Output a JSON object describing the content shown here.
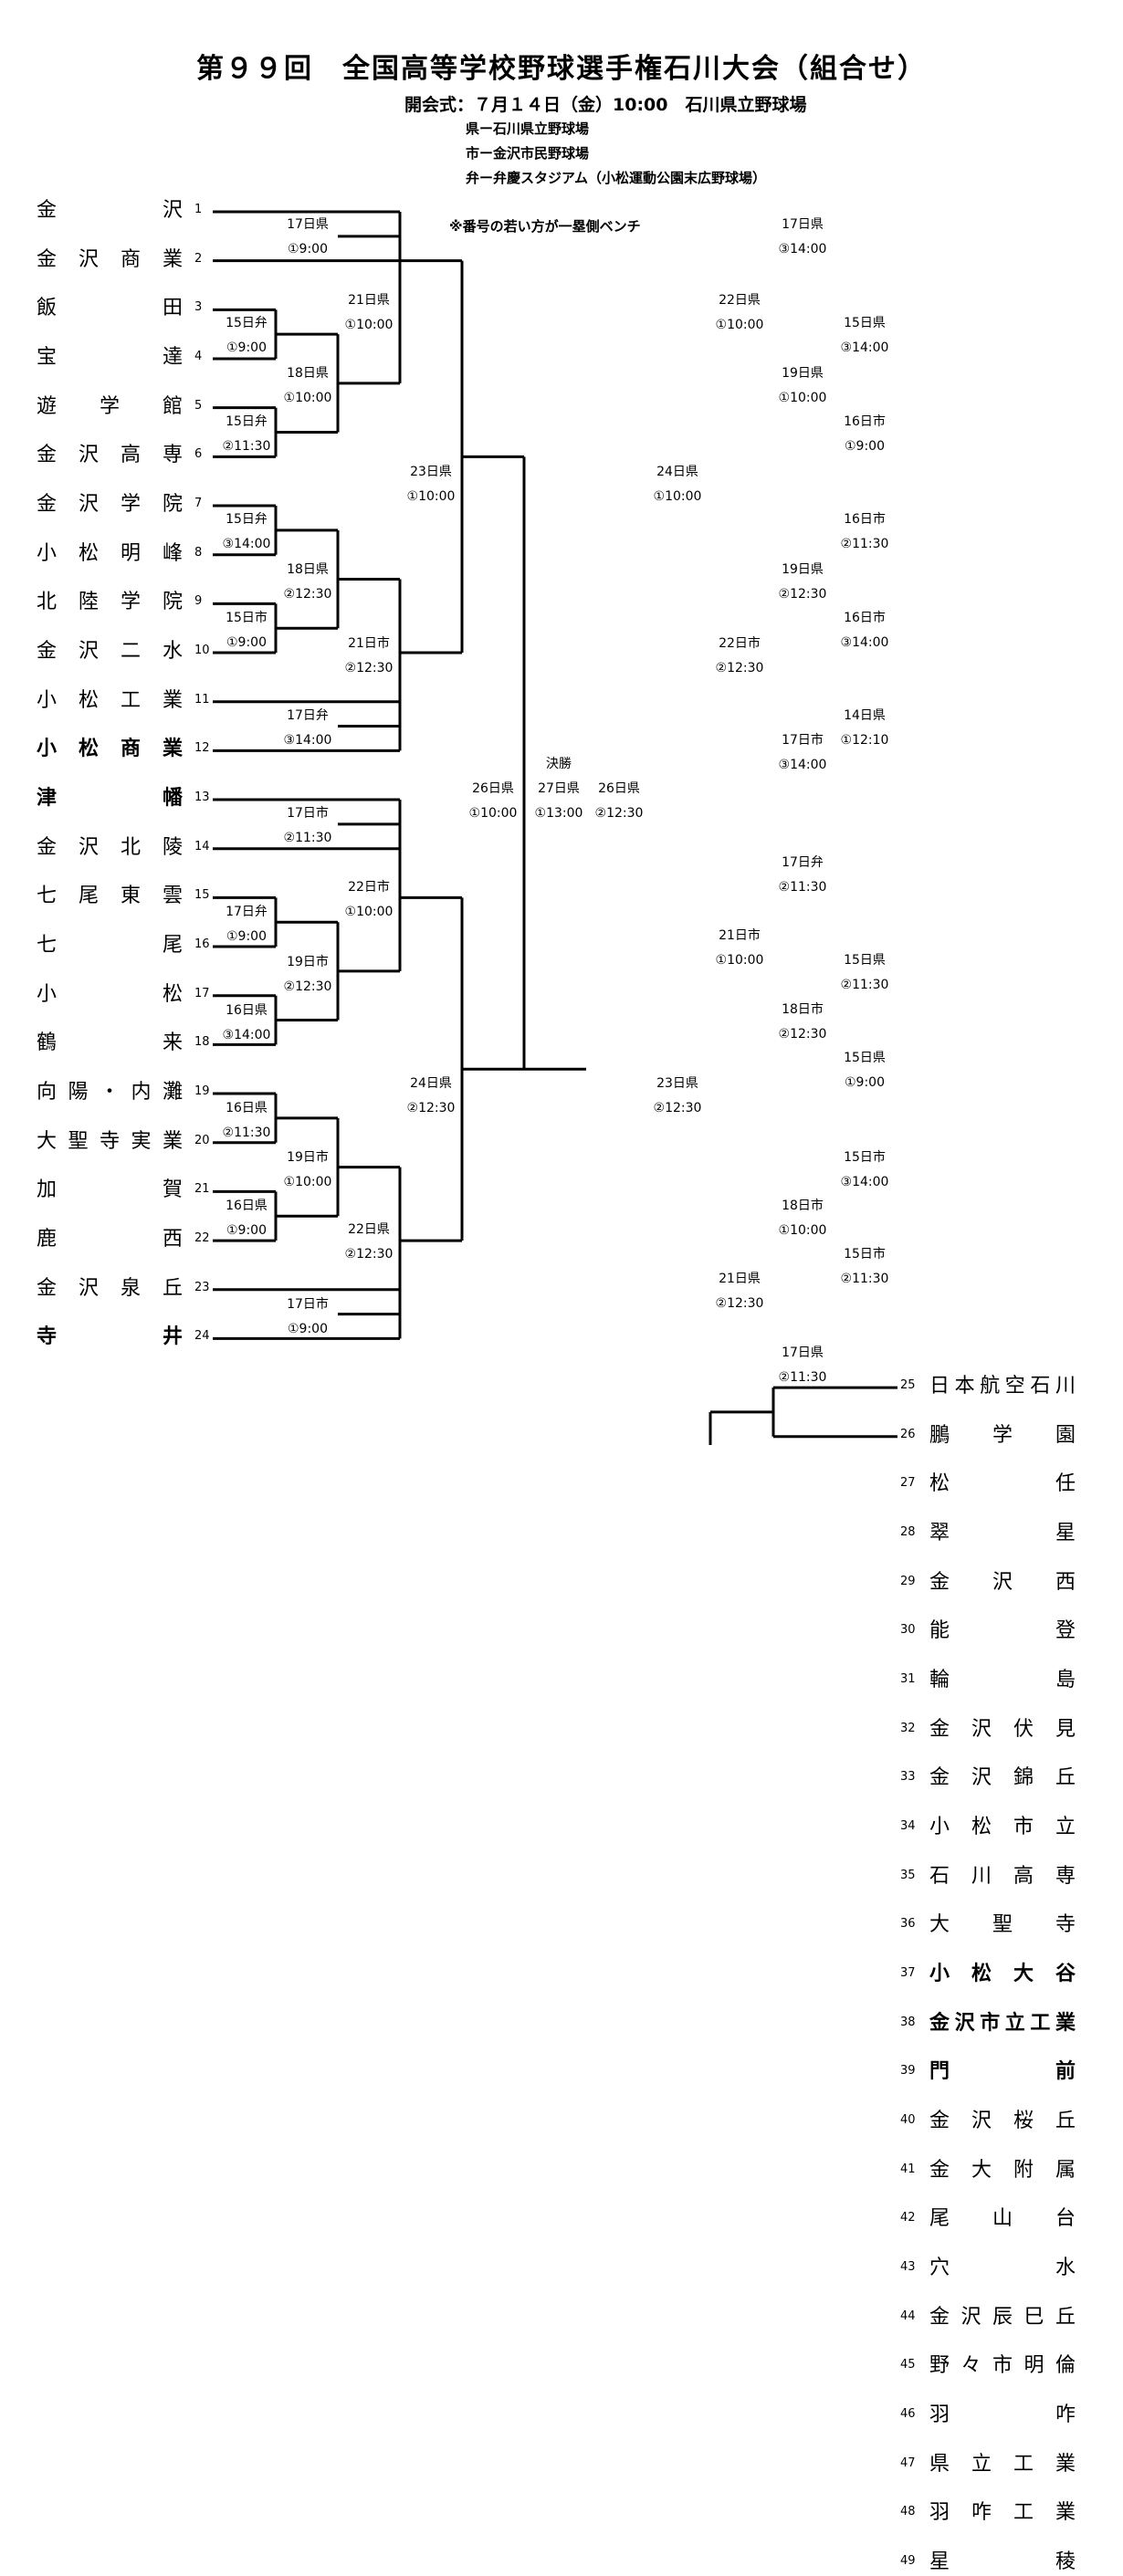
{
  "title": "第９９回　全国高等学校野球選手権石川大会（組合せ）",
  "opening": "開会式：７月１４日（金）10:00　石川県立野球場",
  "venues": [
    "県ー石川県立野球場",
    "市ー金沢市民野球場",
    "弁ー弁慶スタジアム（小松運動公園末広野球場）"
  ],
  "note": "※番号の若い方が一塁側ベンチ",
  "left_teams": [
    {
      "no": "1",
      "name": "金沢",
      "bold": false
    },
    {
      "no": "2",
      "name": "金沢商業",
      "bold": false
    },
    {
      "no": "3",
      "name": "飯田",
      "bold": false
    },
    {
      "no": "4",
      "name": "宝達",
      "bold": false
    },
    {
      "no": "5",
      "name": "遊学館",
      "bold": false
    },
    {
      "no": "6",
      "name": "金沢高専",
      "bold": false
    },
    {
      "no": "7",
      "name": "金沢学院",
      "bold": false
    },
    {
      "no": "8",
      "name": "小松明峰",
      "bold": false
    },
    {
      "no": "9",
      "name": "北陸学院",
      "bold": false
    },
    {
      "no": "10",
      "name": "金沢二水",
      "bold": false
    },
    {
      "no": "11",
      "name": "小松工業",
      "bold": false
    },
    {
      "no": "12",
      "name": "小松商業",
      "bold": true
    },
    {
      "no": "13",
      "name": "津幡",
      "bold": true
    },
    {
      "no": "14",
      "name": "金沢北陵",
      "bold": false
    },
    {
      "no": "15",
      "name": "七尾東雲",
      "bold": false
    },
    {
      "no": "16",
      "name": "七尾",
      "bold": false
    },
    {
      "no": "17",
      "name": "小松",
      "bold": false
    },
    {
      "no": "18",
      "name": "鶴来",
      "bold": false
    },
    {
      "no": "19",
      "name": "向陽・内灘",
      "bold": false
    },
    {
      "no": "20",
      "name": "大聖寺実業",
      "bold": false
    },
    {
      "no": "21",
      "name": "加賀",
      "bold": false
    },
    {
      "no": "22",
      "name": "鹿西",
      "bold": false
    },
    {
      "no": "23",
      "name": "金沢泉丘",
      "bold": false
    },
    {
      "no": "24",
      "name": "寺井",
      "bold": true
    }
  ],
  "right_teams": [
    {
      "no": "25",
      "name": "日本航空石川",
      "bold": false
    },
    {
      "no": "26",
      "name": "鵬学園",
      "bold": false
    },
    {
      "no": "27",
      "name": "松任",
      "bold": false
    },
    {
      "no": "28",
      "name": "翠星",
      "bold": false
    },
    {
      "no": "29",
      "name": "金沢西",
      "bold": false
    },
    {
      "no": "30",
      "name": "能登",
      "bold": false
    },
    {
      "no": "31",
      "name": "輪島",
      "bold": false
    },
    {
      "no": "32",
      "name": "金沢伏見",
      "bold": false
    },
    {
      "no": "33",
      "name": "金沢錦丘",
      "bold": false
    },
    {
      "no": "34",
      "name": "小松市立",
      "bold": false
    },
    {
      "no": "35",
      "name": "石川高専",
      "bold": false
    },
    {
      "no": "36",
      "name": "大聖寺",
      "bold": false
    },
    {
      "no": "37",
      "name": "小松大谷",
      "bold": true
    },
    {
      "no": "38",
      "name": "金沢市立工業",
      "bold": true
    },
    {
      "no": "39",
      "name": "門前",
      "bold": true
    },
    {
      "no": "40",
      "name": "金沢桜丘",
      "bold": false
    },
    {
      "no": "41",
      "name": "金大附属",
      "bold": false
    },
    {
      "no": "42",
      "name": "尾山台",
      "bold": false
    },
    {
      "no": "43",
      "name": "穴水",
      "bold": false
    },
    {
      "no": "44",
      "name": "金沢辰巳丘",
      "bold": false
    },
    {
      "no": "45",
      "name": "野々市明倫",
      "bold": false
    },
    {
      "no": "46",
      "name": "羽咋",
      "bold": false
    },
    {
      "no": "47",
      "name": "県立工業",
      "bold": false
    },
    {
      "no": "48",
      "name": "羽咋工業",
      "bold": false
    },
    {
      "no": "49",
      "name": "星稜",
      "bold": false
    }
  ],
  "matches": [
    {
      "date": "17日県",
      "time": "①9:00"
    },
    {
      "date": "15日弁",
      "time": "①9:00"
    },
    {
      "date": "15日弁",
      "time": "②11:30"
    },
    {
      "date": "15日弁",
      "time": "③14:00"
    },
    {
      "date": "15日市",
      "time": "①9:00"
    },
    {
      "date": "17日弁",
      "time": "③14:00"
    },
    {
      "date": "17日市",
      "time": "②11:30"
    },
    {
      "date": "17日弁",
      "time": "①9:00"
    },
    {
      "date": "16日県",
      "time": "③14:00"
    },
    {
      "date": "16日県",
      "time": "②11:30"
    },
    {
      "date": "16日県",
      "time": "①9:00"
    },
    {
      "date": "17日市",
      "time": "①9:00"
    },
    {
      "date": "18日県",
      "time": "①10:00"
    },
    {
      "date": "18日県",
      "time": "②12:30"
    },
    {
      "date": "19日市",
      "time": "②12:30"
    },
    {
      "date": "19日市",
      "time": "①10:00"
    },
    {
      "date": "21日県",
      "time": "①10:00"
    },
    {
      "date": "21日市",
      "time": "②12:30"
    },
    {
      "date": "22日市",
      "time": "①10:00"
    },
    {
      "date": "22日県",
      "time": "②12:30"
    },
    {
      "date": "23日県",
      "time": "①10:00"
    },
    {
      "date": "24日県",
      "time": "②12:30"
    },
    {
      "date": "26日県",
      "time": "①10:00"
    },
    {
      "date": "決勝",
      "time": ""
    },
    {
      "date": "27日県",
      "time": "①13:00"
    },
    {
      "date": "26日県",
      "time": "②12:30"
    },
    {
      "date": "17日県",
      "time": "③14:00"
    },
    {
      "date": "15日県",
      "time": "③14:00"
    },
    {
      "date": "16日市",
      "time": "①9:00"
    },
    {
      "date": "16日市",
      "time": "②11:30"
    },
    {
      "date": "16日市",
      "time": "③14:00"
    },
    {
      "date": "14日県",
      "time": "①12:10"
    },
    {
      "date": "17日弁",
      "time": "②11:30"
    },
    {
      "date": "15日県",
      "time": "②11:30"
    },
    {
      "date": "15日県",
      "time": "①9:00"
    },
    {
      "date": "15日市",
      "time": "③14:00"
    },
    {
      "date": "15日市",
      "time": "②11:30"
    },
    {
      "date": "17日県",
      "time": "②11:30"
    },
    {
      "date": "19日県",
      "time": "①10:00"
    },
    {
      "date": "19日県",
      "time": "②12:30"
    },
    {
      "date": "17日市",
      "time": "③14:00"
    },
    {
      "date": "18日市",
      "time": "②12:30"
    },
    {
      "date": "18日市",
      "time": "①10:00"
    },
    {
      "date": "22日県",
      "time": "①10:00"
    },
    {
      "date": "22日市",
      "time": "②12:30"
    },
    {
      "date": "21日市",
      "time": "①10:00"
    },
    {
      "date": "21日県",
      "time": "②12:30"
    },
    {
      "date": "24日県",
      "time": "①10:00"
    },
    {
      "date": "23日県",
      "time": "②12:30"
    }
  ]
}
